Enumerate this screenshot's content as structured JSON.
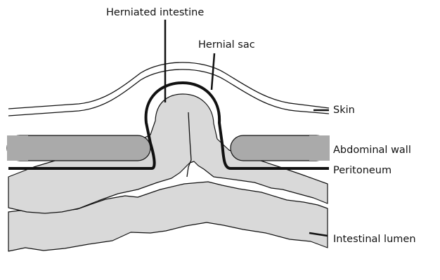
{
  "diagram": {
    "labels": {
      "herniated_intestine": "Herniated intestine",
      "hernial_sac": "Hernial sac",
      "skin": "Skin",
      "abdominal_wall": "Abdominal wall",
      "peritoneum": "Peritoneum",
      "intestinal_lumen": "Intestinal lumen"
    },
    "colors": {
      "tissue_fill": "#d9d9d9",
      "abdominal_wall_fill": "#aaaaaa",
      "line": "#111111",
      "background": "#ffffff"
    }
  }
}
